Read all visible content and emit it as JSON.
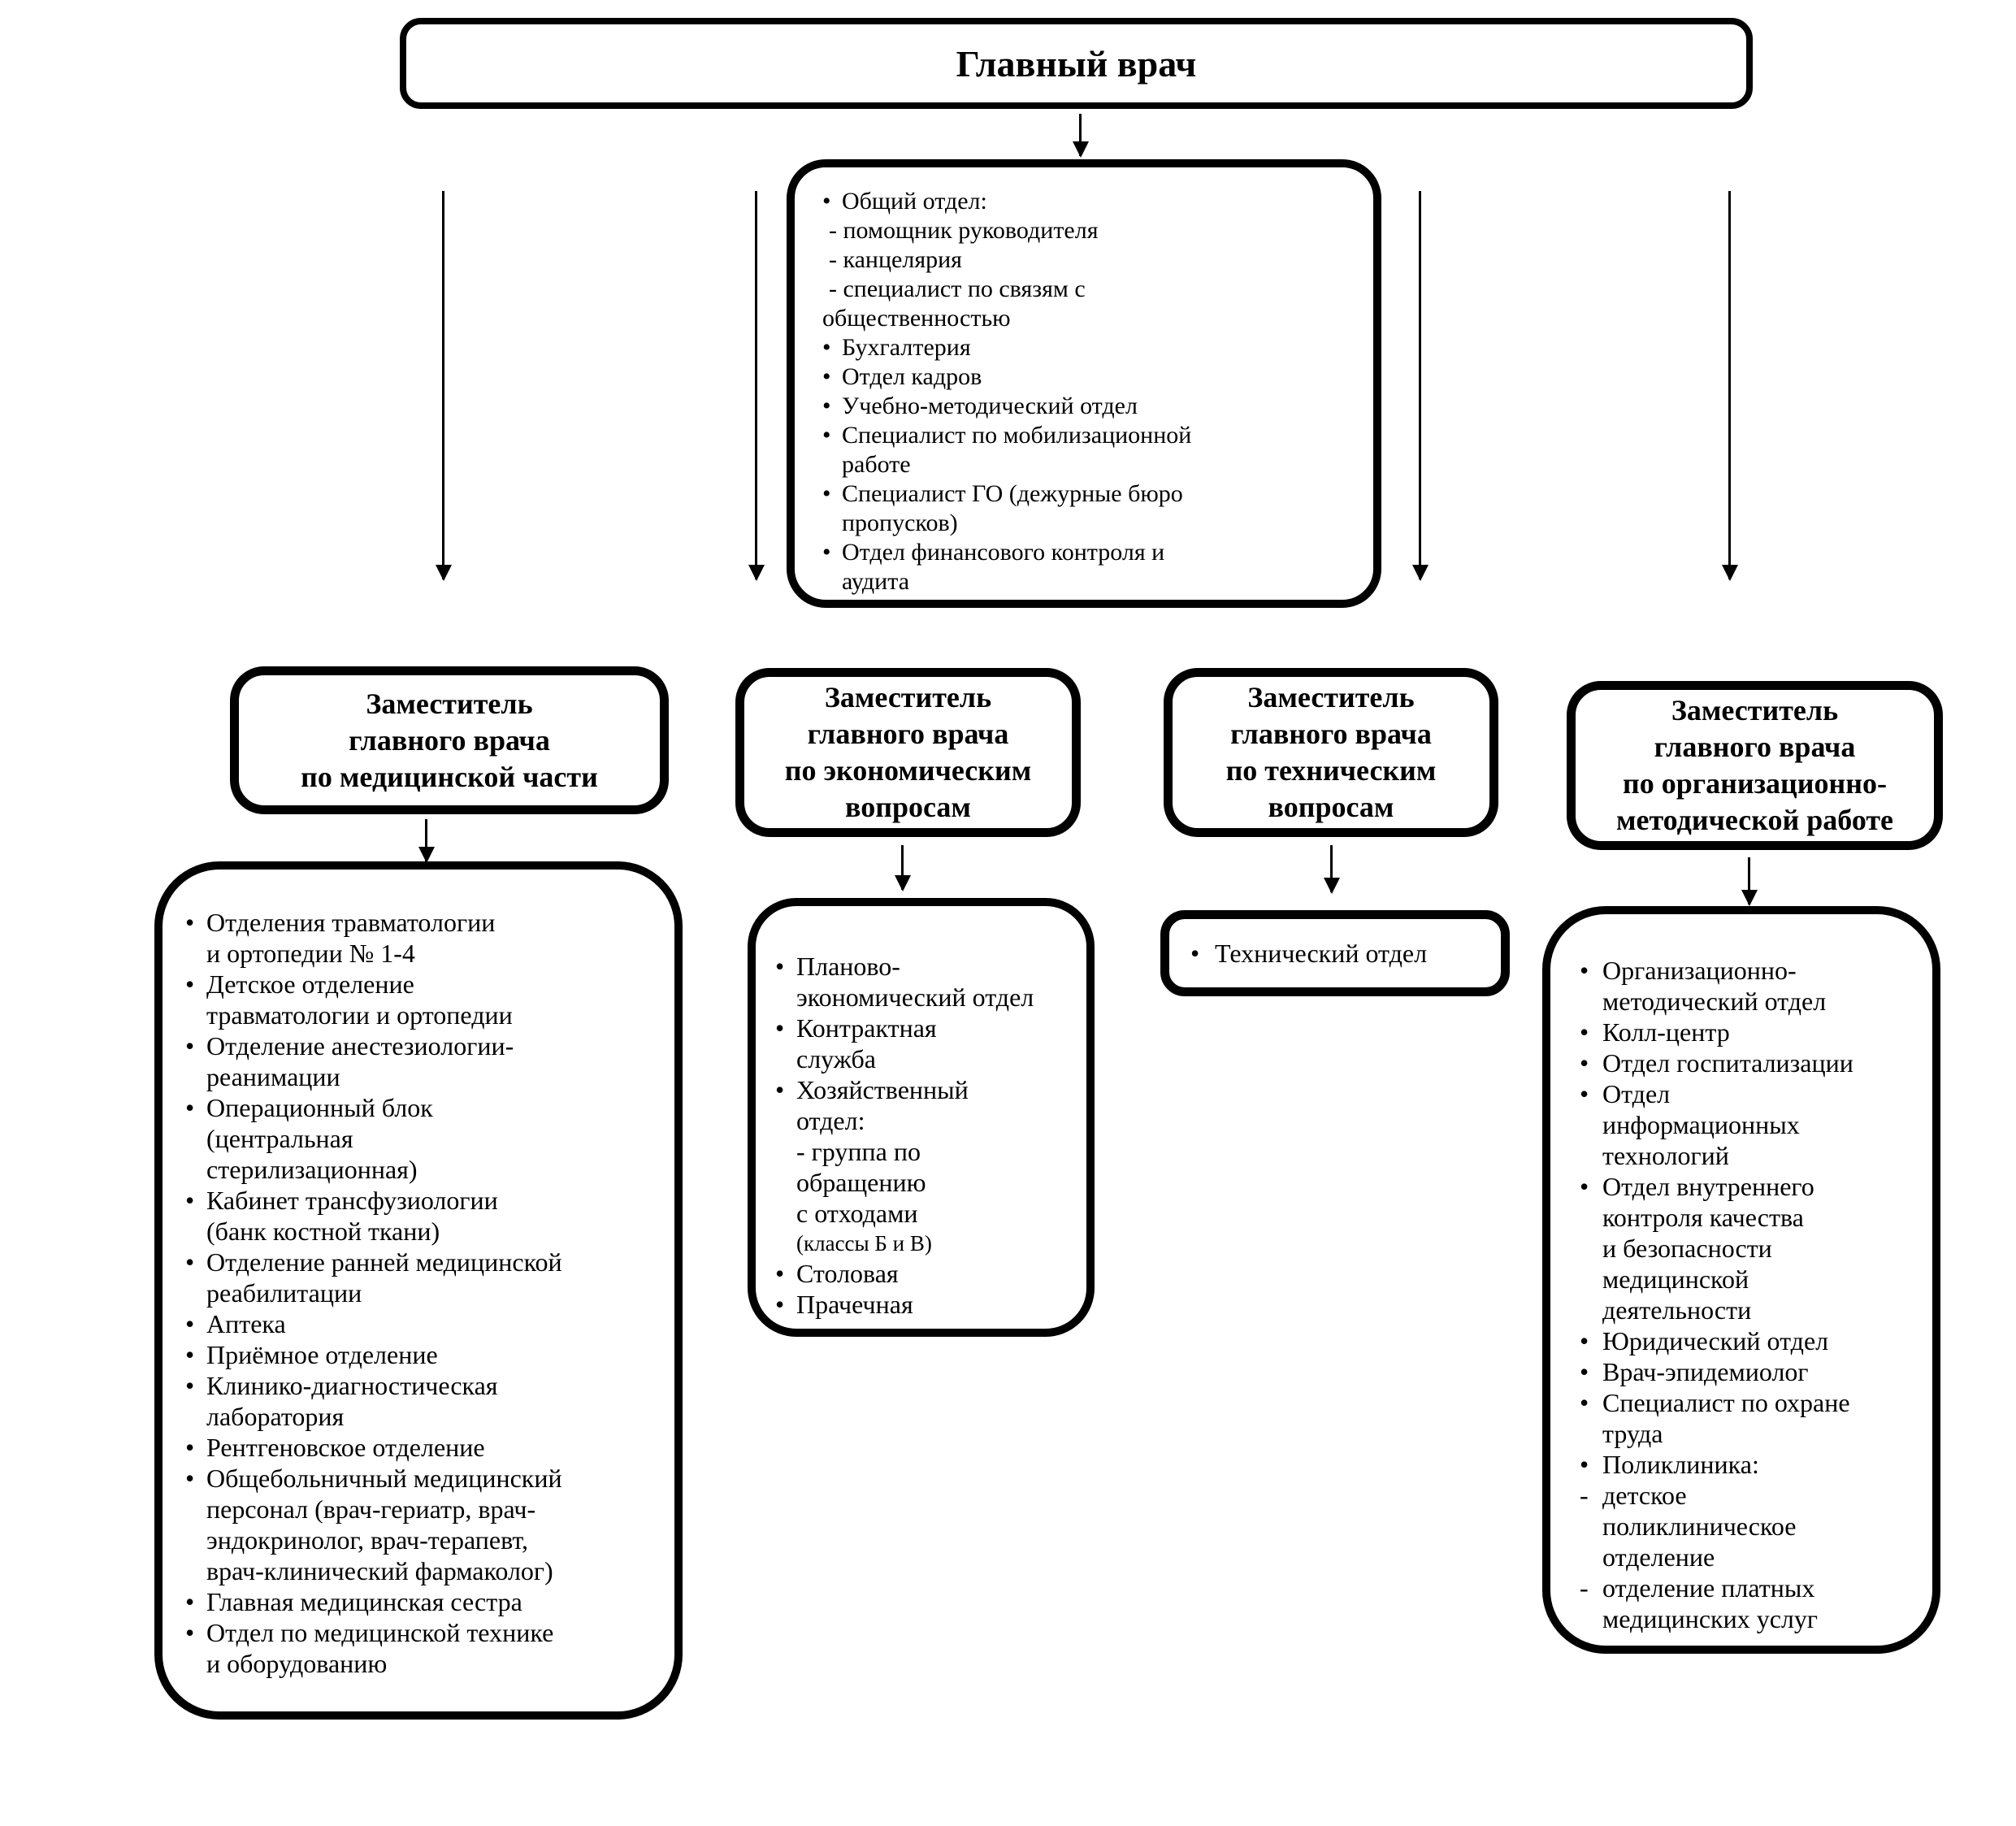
{
  "colors": {
    "line": "#000000",
    "background": "#ffffff",
    "text": "#000000"
  },
  "root_box": {
    "title": "Главный врач"
  },
  "staff_box": {
    "items": [
      {
        "marker": "•",
        "text": "Общий отдел:"
      },
      {
        "marker": "",
        "text": "- помощник руководителя"
      },
      {
        "marker": "",
        "text": "- канцелярия"
      },
      {
        "marker": "",
        "text": "- специалист по связям с\nобщественностью"
      },
      {
        "marker": "•",
        "text": "Бухгалтерия"
      },
      {
        "marker": "•",
        "text": "Отдел кадров"
      },
      {
        "marker": "•",
        "text": "Учебно-методический отдел"
      },
      {
        "marker": "•",
        "text": "Специалист по мобилизационной\nработе"
      },
      {
        "marker": "•",
        "text": "Специалист ГО (дежурные бюро\nпропусков)"
      },
      {
        "marker": "•",
        "text": "Отдел финансового контроля и\nаудита"
      }
    ]
  },
  "deputies": [
    {
      "title": "Заместитель\nглавного врача\nпо медицинской части"
    },
    {
      "title": "Заместитель\nглавного врача\nпо экономическим\nвопросам"
    },
    {
      "title": "Заместитель\nглавного врача\nпо техническим\nвопросам"
    },
    {
      "title": "Заместитель\nглавного врача\nпо организационно-\nметодической работе"
    }
  ],
  "departments": {
    "medical": {
      "items": [
        {
          "marker": "•",
          "text": "Отделения травматологии\nи  ортопедии  № 1-4"
        },
        {
          "marker": "•",
          "text": "Детское отделение\nтравматологии и ортопедии"
        },
        {
          "marker": "•",
          "text": "Отделение анестезиологии-\nреанимации"
        },
        {
          "marker": "•",
          "text": "Операционный блок\n(центральная\nстерилизационная)"
        },
        {
          "marker": "•",
          "text": "Кабинет трансфузиологии\n(банк костной ткани)"
        },
        {
          "marker": "•",
          "text": "Отделение ранней медицинской\nреабилитации"
        },
        {
          "marker": "•",
          "text": "Аптека"
        },
        {
          "marker": "•",
          "text": "Приёмное отделение"
        },
        {
          "marker": "•",
          "text": "Клинико-диагностическая\nлаборатория"
        },
        {
          "marker": "•",
          "text": "Рентгеновское  отделение"
        },
        {
          "marker": "•",
          "text": "Общебольничный медицинский\nперсонал (врач-гериатр, врач-\nэндокринолог, врач-терапевт,\nврач-клинический фармаколог)"
        },
        {
          "marker": "•",
          "text": "Главная медицинская сестра"
        },
        {
          "marker": "•",
          "text": "Отдел по медицинской технике\nи оборудованию"
        }
      ]
    },
    "economic": {
      "items": [
        {
          "marker": "•",
          "text": "Планово-\nэкономический отдел"
        },
        {
          "marker": "•",
          "text": "Контрактная\nслужба"
        },
        {
          "marker": "•",
          "text": "Хозяйственный\nотдел:"
        },
        {
          "marker": "",
          "text": "- группа по\nобращению\nс отходами"
        },
        {
          "marker": "",
          "text": "(классы Б и В)"
        },
        {
          "marker": "•",
          "text": "Столовая"
        },
        {
          "marker": "•",
          "text": "Прачечная"
        }
      ]
    },
    "technical": {
      "items": [
        {
          "marker": "•",
          "text": "Технический отдел"
        }
      ]
    },
    "org_method": {
      "items": [
        {
          "marker": "•",
          "text": "Организационно-\nметодический отдел"
        },
        {
          "marker": "•",
          "text": "Колл-центр"
        },
        {
          "marker": "•",
          "text": "Отдел госпитализации"
        },
        {
          "marker": "•",
          "text": "Отдел\nинформационных\nтехнологий"
        },
        {
          "marker": "•",
          "text": "Отдел внутреннего\nконтроля качества\nи безопасности\nмедицинской\nдеятельности"
        },
        {
          "marker": "•",
          "text": "Юридический отдел"
        },
        {
          "marker": "•",
          "text": "Врач-эпидемиолог"
        },
        {
          "marker": "•",
          "text": "Специалист по охране\nтруда"
        },
        {
          "marker": "•",
          "text": "Поликлиника:"
        },
        {
          "marker": "-",
          "text": "детское\nполиклиническое\nотделение"
        },
        {
          "marker": "-",
          "text": "отделение платных\nмедицинских услуг"
        }
      ]
    }
  }
}
